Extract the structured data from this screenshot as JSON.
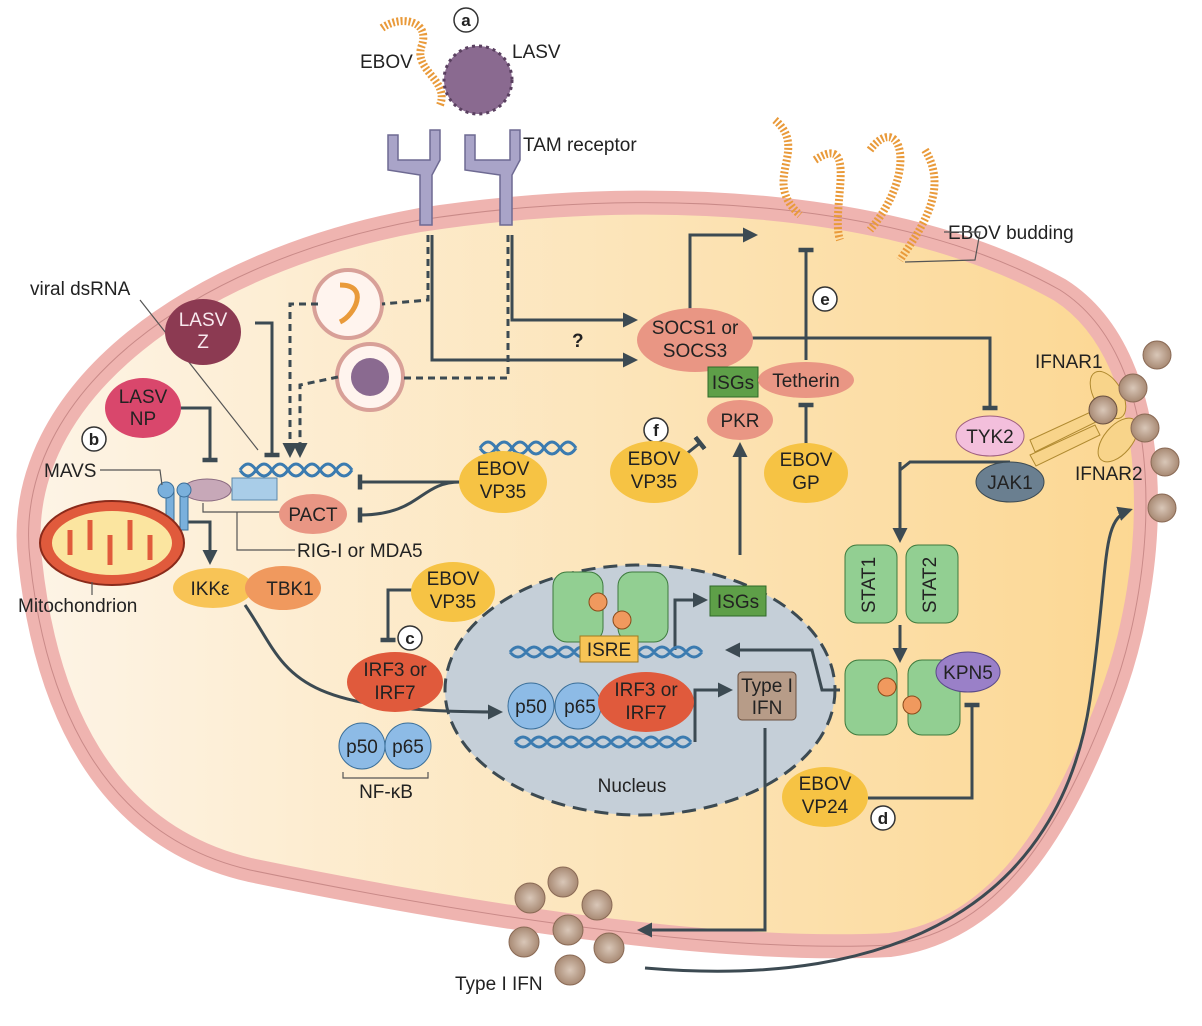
{
  "panels": {
    "a": "a",
    "b": "b",
    "c": "c",
    "d": "d",
    "e": "e",
    "f": "f"
  },
  "viruses": {
    "ebov": "EBOV",
    "lasv": "LASV"
  },
  "labels": {
    "tam_receptor": "TAM receptor",
    "ebov_budding": "EBOV budding",
    "viral_dsrna": "viral dsRNA",
    "mavs": "MAVS",
    "mitochondrion": "Mitochondrion",
    "rig_mda5": "RIG-I or MDA5",
    "nfkb": "NF-κB",
    "nucleus": "Nucleus",
    "type1_ifn_out": "Type I IFN",
    "ifnar1": "IFNAR1",
    "ifnar2": "IFNAR2",
    "question": "?"
  },
  "proteins": {
    "lasv_z": [
      "LASV",
      "Z"
    ],
    "lasv_np": [
      "LASV",
      "NP"
    ],
    "pact": "PACT",
    "vp35_a": [
      "EBOV",
      "VP35"
    ],
    "vp35_b": [
      "EBOV",
      "VP35"
    ],
    "vp35_c": [
      "EBOV",
      "VP35"
    ],
    "ikke": "IKKε",
    "tbk1": "TBK1",
    "irf_cyto": [
      "IRF3 or",
      "IRF7"
    ],
    "irf_nuc": [
      "IRF3 or",
      "IRF7"
    ],
    "p50": "p50",
    "p65": "p65",
    "isre": "ISRE",
    "isgs_nuc": "ISGs",
    "isgs_cyto": "ISGs",
    "type1_ifn_nuc": [
      "Type I",
      "IFN"
    ],
    "socs": [
      "SOCS1 or",
      "SOCS3"
    ],
    "tetherin": "Tetherin",
    "pkr": "PKR",
    "ebov_gp": [
      "EBOV",
      "GP"
    ],
    "tyk2": "TYK2",
    "jak1": "JAK1",
    "stat1": "STAT1",
    "stat2": "STAT2",
    "kpn5": "KPN5",
    "vp24": [
      "EBOV",
      "VP24"
    ]
  },
  "colors": {
    "membrane": "#efb4b0",
    "cytoplasm": "#fde9c4",
    "nucleus": "#c5cfd8",
    "ebov_protein": "#f6c344",
    "host_salmon": "#e99684",
    "irf": "#e05a3c",
    "nfkb": "#8dbbe6",
    "isg": "#5e9f48",
    "stat": "#92cf92",
    "kpn5": "#9a80c8",
    "ifn": "#b79c88"
  }
}
